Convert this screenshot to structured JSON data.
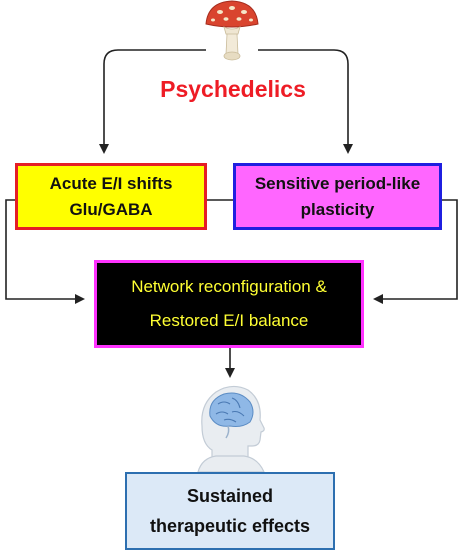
{
  "title": "Psychedelics",
  "nodes": {
    "acute": {
      "line1": "Acute E/I shifts",
      "line2": "Glu/GABA"
    },
    "plasticity": {
      "line1": "Sensitive period-like",
      "line2": "plasticity"
    },
    "network": {
      "line1": "Network reconfiguration &",
      "line2": "Restored E/I balance"
    },
    "sustained": {
      "line1": "Sustained",
      "line2": "therapeutic effects"
    }
  },
  "icons": {
    "top": "mushroom-icon",
    "middle": "human-head-brain-icon"
  },
  "colors": {
    "title": "#ee1c25",
    "acute_fill": "#ffff00",
    "acute_border": "#e41e26",
    "plasticity_fill": "#ff66ff",
    "plasticity_border": "#1f1fe0",
    "network_fill": "#000000",
    "network_border": "#ff33ff",
    "network_text": "#ffff33",
    "sustained_fill": "#dce9f7",
    "sustained_border": "#2d6fb0",
    "arrow": "#222222"
  }
}
